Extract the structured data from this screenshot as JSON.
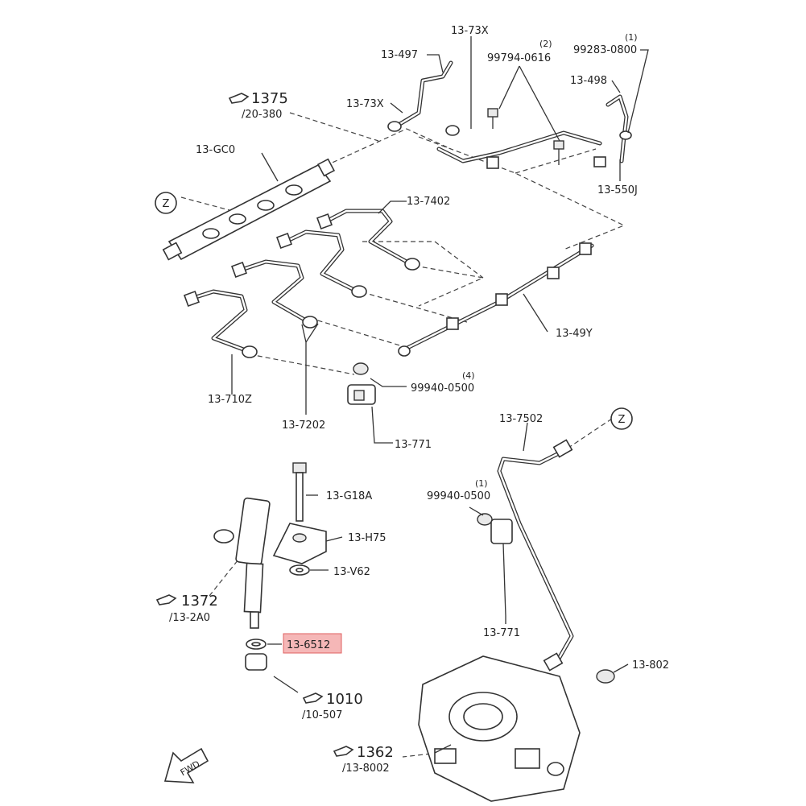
{
  "labels": {
    "p_13_73x_top": "13-73X",
    "p_13_497": "13-497",
    "p_99794": "99794-0616",
    "p_99794_qty": "(2)",
    "p_99283": "99283-0800",
    "p_99283_qty": "(1)",
    "p_13_498": "13-498",
    "p_1375": "1375",
    "p_1375_sub": "/20-380",
    "p_13_73x_mid": "13-73X",
    "p_13_gc0": "13-GC0",
    "p_13_550j": "13-550J",
    "p_13_7402": "13-7402",
    "p_13_49y": "13-49Y",
    "p_13_710z": "13-710Z",
    "p_99940_4": "99940-0500",
    "p_99940_4_qty": "(4)",
    "p_13_7202": "13-7202",
    "p_13_771_a": "13-771",
    "p_13_7502": "13-7502",
    "p_13_g18a": "13-G18A",
    "p_99940_1": "99940-0500",
    "p_99940_1_qty": "(1)",
    "p_13_h75": "13-H75",
    "p_13_v62": "13-V62",
    "p_1372": "1372",
    "p_1372_sub": "/13-2A0",
    "p_13_6512": "13-6512",
    "p_13_771_b": "13-771",
    "p_13_802": "13-802",
    "p_1010": "1010",
    "p_1010_sub": "/10-507",
    "p_1362": "1362",
    "p_1362_sub": "/13-8002",
    "fwd": "FWD",
    "ref_z_left": "Z",
    "ref_z_right": "Z"
  },
  "highlight": {
    "part": "13-6512",
    "color": "#f5b7b7"
  }
}
